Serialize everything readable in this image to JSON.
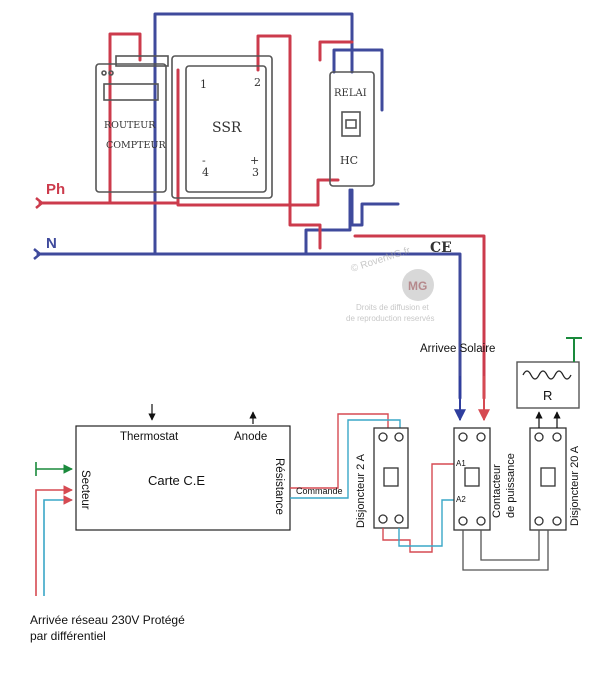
{
  "sketch": {
    "router_label_1": "ROUTEUR",
    "router_label_2": "COMPTEUR",
    "ssr_label": "SSR",
    "ssr_pin_tl": "1",
    "ssr_pin_tr": "2",
    "ssr_pin_bl": "4",
    "ssr_pin_br": "3",
    "ssr_sign_minus": "-",
    "ssr_sign_plus": "+",
    "relay_label": "RELAI",
    "relay_hc": "HC",
    "phase_label": "Ph",
    "neutral_label": "N",
    "ce_label": "CE",
    "watermark_title": "© RoverMG.fr",
    "watermark_sub1": "Droits de diffusion et",
    "watermark_sub2": "de reproduction reservés",
    "watermark_logo": "MG",
    "colors": {
      "phase": "#cc3b4c",
      "neutral": "#3f4a9c",
      "sketch_line": "#555555"
    }
  },
  "schematic": {
    "arrivee_solaire": "Arrivee Solaire",
    "card_title": "Carte C.E",
    "thermostat": "Thermostat",
    "anode": "Anode",
    "secteur": "Secteur",
    "resistance": "Résistance",
    "commande": "Commande",
    "disj2": "Disjoncteur 2 A",
    "contacteur_1": "Contacteur",
    "contacteur_2": "de puissance",
    "a1": "A1",
    "a2": "A2",
    "disj20": "Disjoncteur 20 A",
    "r_label": "R",
    "reseau_1": "Arrivée réseau 230V Protégé",
    "reseau_2": "par différentiel",
    "colors": {
      "red": "#d64a52",
      "cyan": "#3aa7c7",
      "blue": "#2f3e9e",
      "green": "#1a8a3c",
      "wire": "#555555"
    }
  }
}
